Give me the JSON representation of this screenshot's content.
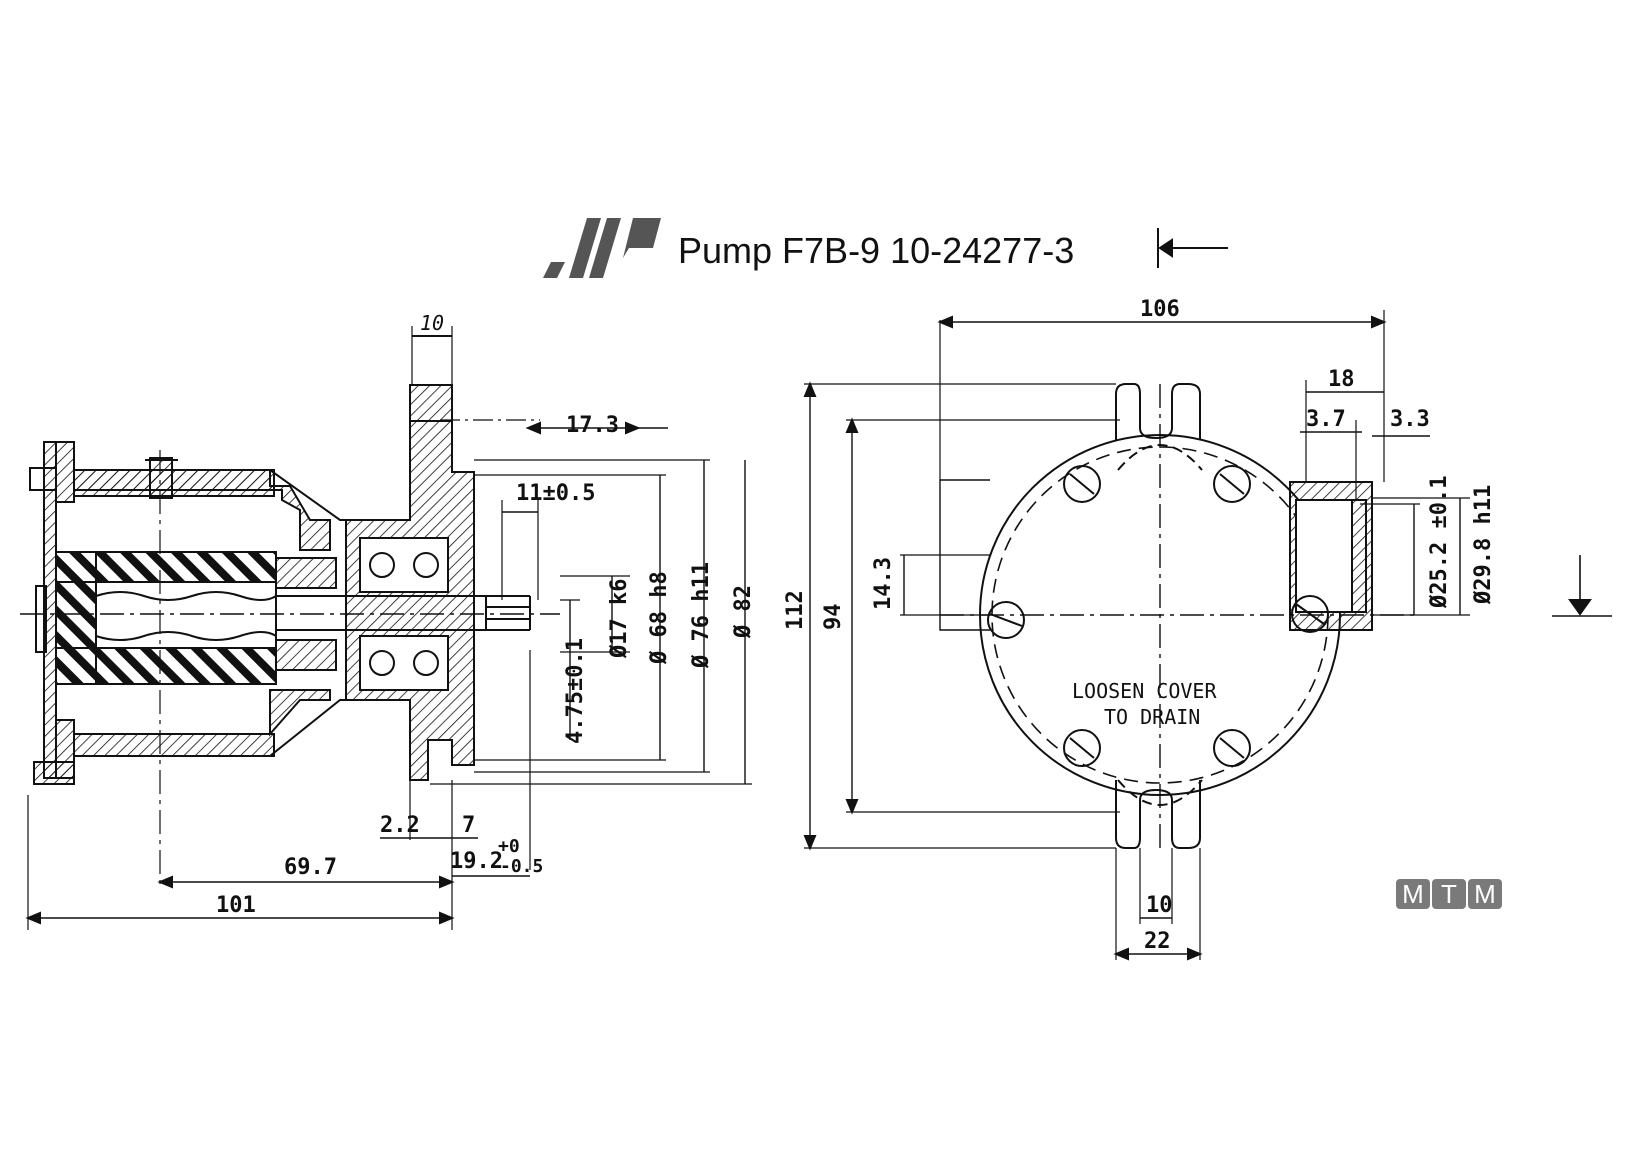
{
  "title": "Pump F7B-9  10-24277-3",
  "brand_badge": "MTM",
  "note": [
    "LOOSEN COVER",
    "TO DRAIN"
  ],
  "side_view": {
    "dims": {
      "flange_width": "10",
      "shaft_end": "17.3",
      "keyway_len": "11±0.5",
      "shaft_dia": "Ø17 k6",
      "pilot_dia": "Ø 68 h8",
      "spigot_dia": "Ø 76 h11",
      "flange_dia": "Ø 82",
      "key_height": "4.75±0.1",
      "gap": "2.2",
      "flange_thk": "7",
      "shaft_length": "19.2",
      "tol_upper": "+0",
      "tol_lower": "-0.5",
      "center_dist": "69.7",
      "overall_length": "101"
    }
  },
  "end_view": {
    "dims": {
      "width": "106",
      "port_len": "18",
      "port_a": "3.7",
      "port_b": "3.3",
      "height": "112",
      "bolt_span": "94",
      "port_offset": "14.3",
      "port_inner": "Ø25.2 ±0.1",
      "port_outer": "Ø29.8 h11",
      "slot_width": "10",
      "lug_width": "22"
    }
  },
  "colors": {
    "ink": "#111111",
    "logo": "#555555",
    "badge": "#7a7a7a"
  }
}
